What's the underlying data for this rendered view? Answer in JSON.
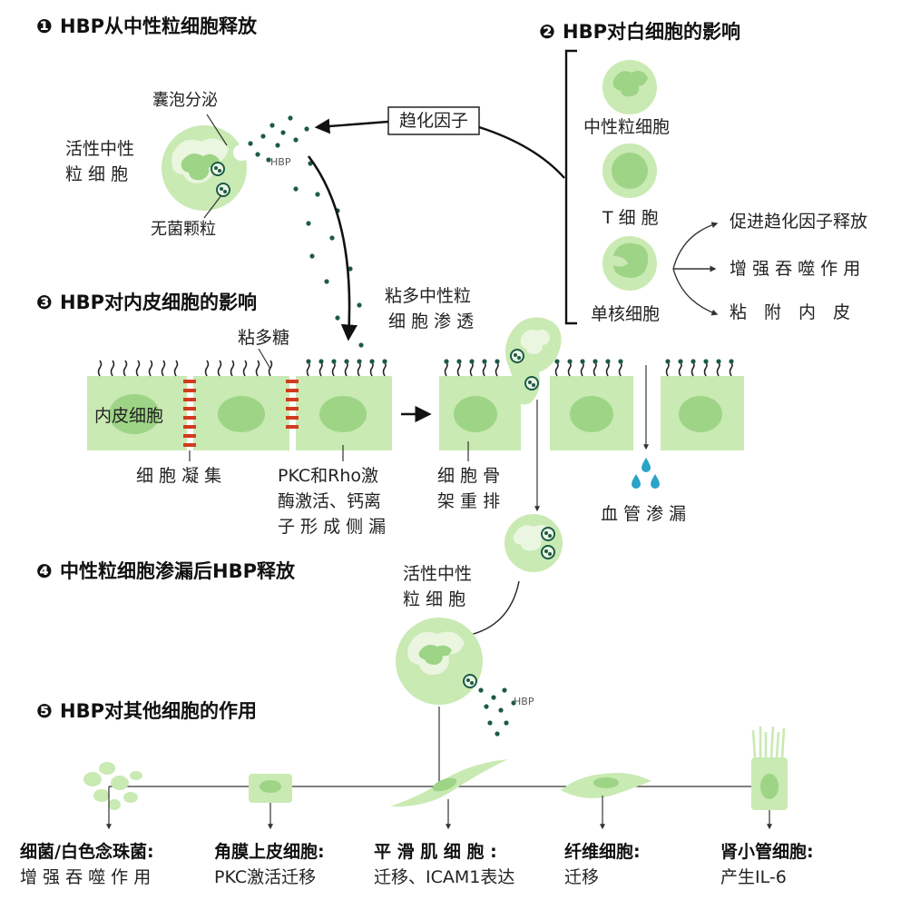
{
  "sections": {
    "s1": {
      "num": "❶",
      "title": "HBP从中性粒细胞释放"
    },
    "s2": {
      "num": "❷",
      "title": "HBP对白细胞的影响"
    },
    "s3": {
      "num": "❸",
      "title": "HBP对内皮细胞的影响"
    },
    "s4": {
      "num": "❹",
      "title": "中性粒细胞渗漏后HBP释放"
    },
    "s5": {
      "num": "❺",
      "title": "HBP对其他细胞的作用"
    }
  },
  "s1": {
    "vesicle": "囊泡分泌",
    "active_line1": "活性中性",
    "active_line2": "粒 细 胞",
    "granule": "无菌颗粒",
    "hbp": "HBP",
    "chemokine": "趋化因子"
  },
  "s2": {
    "neutrophil": "中性粒细胞",
    "tcell": "T 细 胞",
    "monocyte": "单核细胞",
    "effect1": "促进趋化因子释放",
    "effect2": "增 强 吞 噬 作 用",
    "effect3": "粘　附　内　皮"
  },
  "s3": {
    "glycocalyx": "粘多糖",
    "endothelial": "内皮细胞",
    "penetrate_line1": "粘多中性粒",
    "penetrate_line2": "细 胞 渗 透",
    "label1": "细 胞 凝 集",
    "label2_line1": "PKC和Rho激",
    "label2_line2": "酶激活、钙离",
    "label2_line3": "子 形 成 侧 漏",
    "label3_line1": "细 胞 骨",
    "label3_line2": "架 重 排",
    "leak": "血 管 渗 漏"
  },
  "s4": {
    "active_line1": "活性中性",
    "active_line2": "粒 细 胞",
    "hbp": "HBP"
  },
  "s5": {
    "cells": [
      {
        "name": "细菌/白色念珠菌:",
        "effect": "增 强 吞 噬 作 用"
      },
      {
        "name": "角膜上皮细胞:",
        "effect": "PKC激活迁移"
      },
      {
        "name": "平 滑 肌 细 胞 :",
        "effect": "迁移、ICAM1表达"
      },
      {
        "name": "纤维细胞:",
        "effect": "迁移"
      },
      {
        "name": "肾小管细胞:",
        "effect": "产生IL-6"
      }
    ]
  },
  "colors": {
    "cell_fill": "#c9eab3",
    "cell_light": "#dff2cf",
    "nucleus": "#9ed486",
    "granule": "#1d5a4a",
    "junction": "#d23b1f",
    "drop": "#29a3c8"
  }
}
